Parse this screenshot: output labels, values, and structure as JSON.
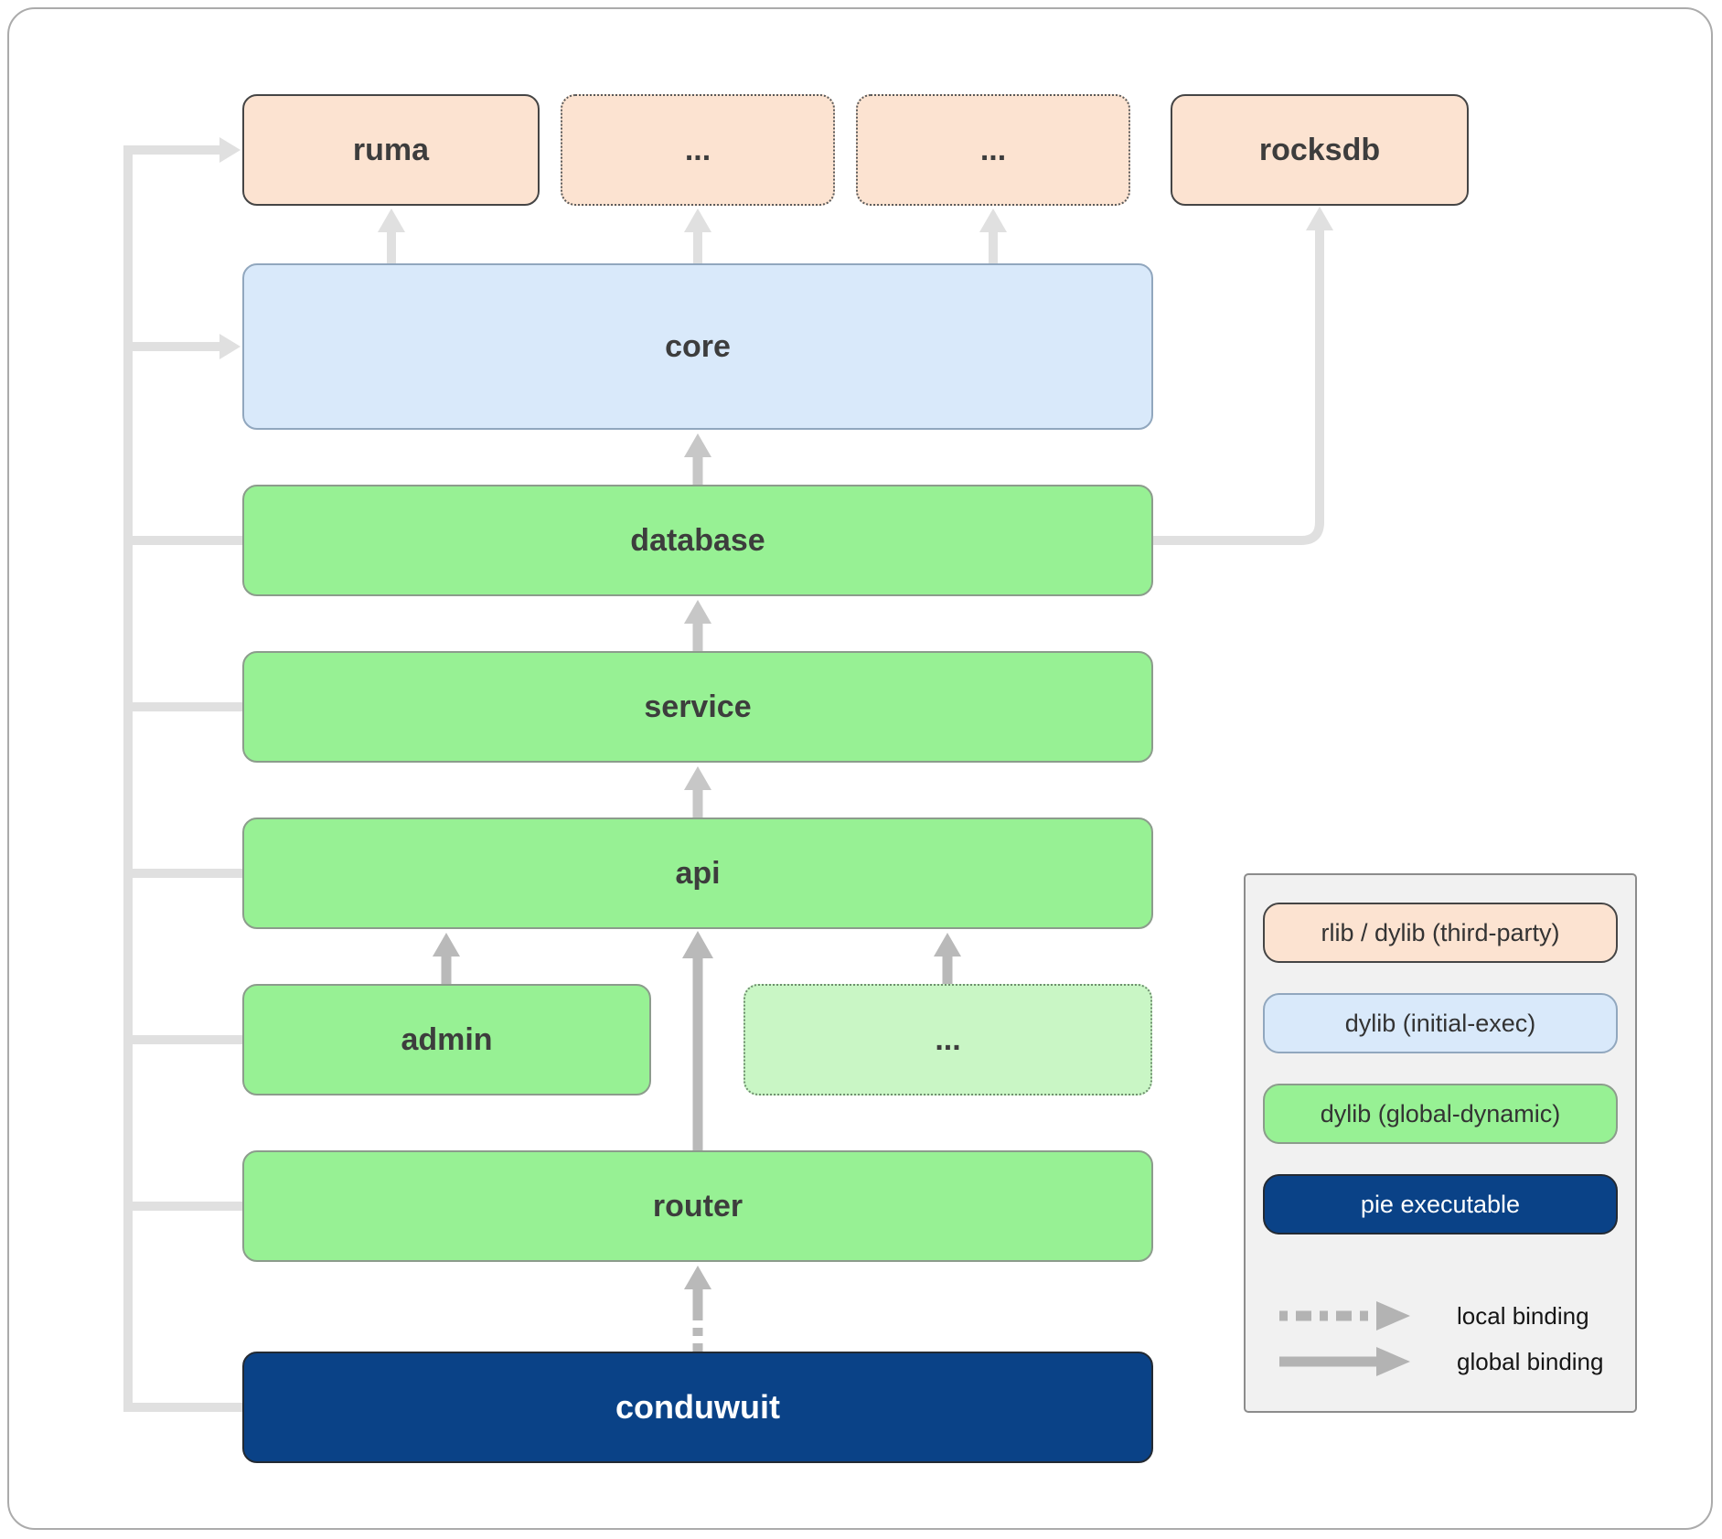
{
  "nodes": {
    "ruma": "ruma",
    "ellipsis_top_1": "...",
    "ellipsis_top_2": "...",
    "rocksdb": "rocksdb",
    "core": "core",
    "database": "database",
    "service": "service",
    "api": "api",
    "admin": "admin",
    "ellipsis_workers": "...",
    "router": "router",
    "conduwuit": "conduwuit"
  },
  "legend": {
    "third_party": "rlib / dylib (third-party)",
    "initial_exec": "dylib (initial-exec)",
    "global_dynamic": "dylib (global-dynamic)",
    "pie_executable": "pie executable",
    "local_binding": "local binding",
    "global_binding": "global binding"
  },
  "colors": {
    "third_party_fill": "#fce3d1",
    "initial_exec_fill": "#d9e9fa",
    "global_dynamic_fill": "#97f194",
    "global_dynamic_faded_fill": "#c9f6c5",
    "pie_executable_fill": "#0a4287",
    "arrow_light": "#e0e0e0",
    "arrow_medium": "#c7c7c7",
    "arrow_dark": "#b9b9b9",
    "legend_arrow": "#b3b3b3",
    "legend_background": "#f1f1f1"
  }
}
